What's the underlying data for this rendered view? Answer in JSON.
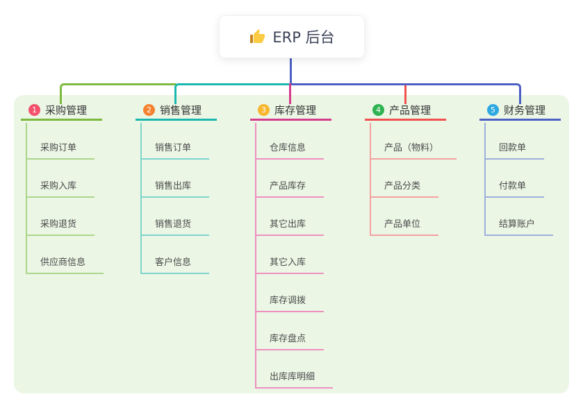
{
  "root": {
    "label": "ERP 后台",
    "icon": "thumbs-up-icon"
  },
  "branches": [
    {
      "badge": "1",
      "label": "采购管理",
      "color": "#7CB93E",
      "light_color": "#ABD68B",
      "badge_color": "#F4516C",
      "children": [
        "采购订单",
        "采购入库",
        "采购退货",
        "供应商信息"
      ]
    },
    {
      "badge": "2",
      "label": "销售管理",
      "color": "#18B8AE",
      "light_color": "#7ED4CD",
      "badge_color": "#F58230",
      "children": [
        "销售订单",
        "销售出库",
        "销售退货",
        "客户信息"
      ]
    },
    {
      "badge": "3",
      "label": "库存管理",
      "color": "#D63C8C",
      "light_color": "#EE8FBF",
      "badge_color": "#F8B62D",
      "children": [
        "仓库信息",
        "产品库存",
        "其它出库",
        "其它入库",
        "库存调拨",
        "库存盘点",
        "出库库明细"
      ]
    },
    {
      "badge": "4",
      "label": "产品管理",
      "color": "#F0504E",
      "light_color": "#F5A0A0",
      "badge_color": "#2FB350",
      "children": [
        "产品（物料）",
        "产品分类",
        "产品单位"
      ]
    },
    {
      "badge": "5",
      "label": "财务管理",
      "color": "#4C60C4",
      "light_color": "#9FAFDC",
      "badge_color": "#2EA8E0",
      "children": [
        "回款单",
        "付款单",
        "结算账户"
      ]
    }
  ],
  "colors": {
    "background": "#FFFFFF",
    "panel": "#EBF6E5",
    "root_line": "#4C60C4"
  }
}
